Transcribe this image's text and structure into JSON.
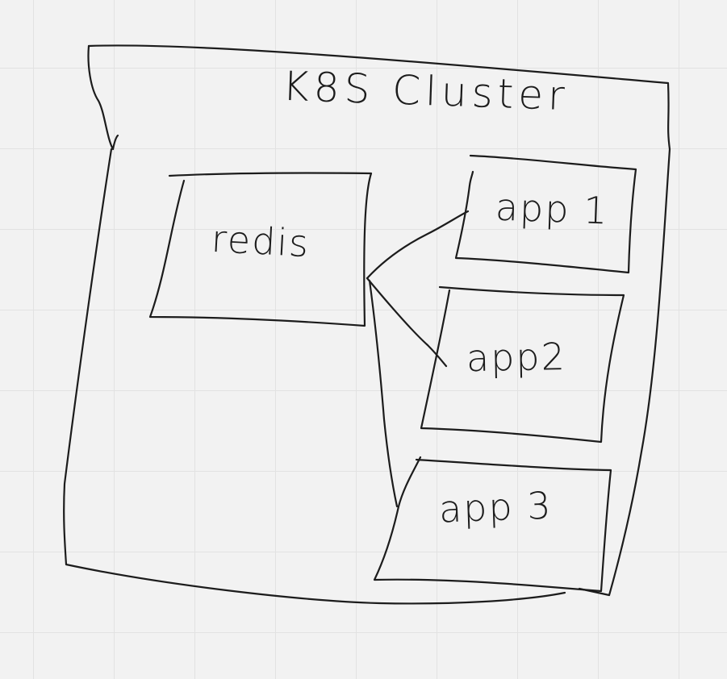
{
  "diagram": {
    "cluster": {
      "label": "K8S Cluster"
    },
    "nodes": [
      {
        "id": "redis",
        "label": "redis"
      },
      {
        "id": "app1",
        "label": "app 1"
      },
      {
        "id": "app2",
        "label": "app2"
      },
      {
        "id": "app3",
        "label": "app 3"
      }
    ],
    "edges": [
      {
        "from": "redis",
        "to": "app1"
      },
      {
        "from": "redis",
        "to": "app2"
      },
      {
        "from": "redis",
        "to": "app3"
      }
    ]
  }
}
